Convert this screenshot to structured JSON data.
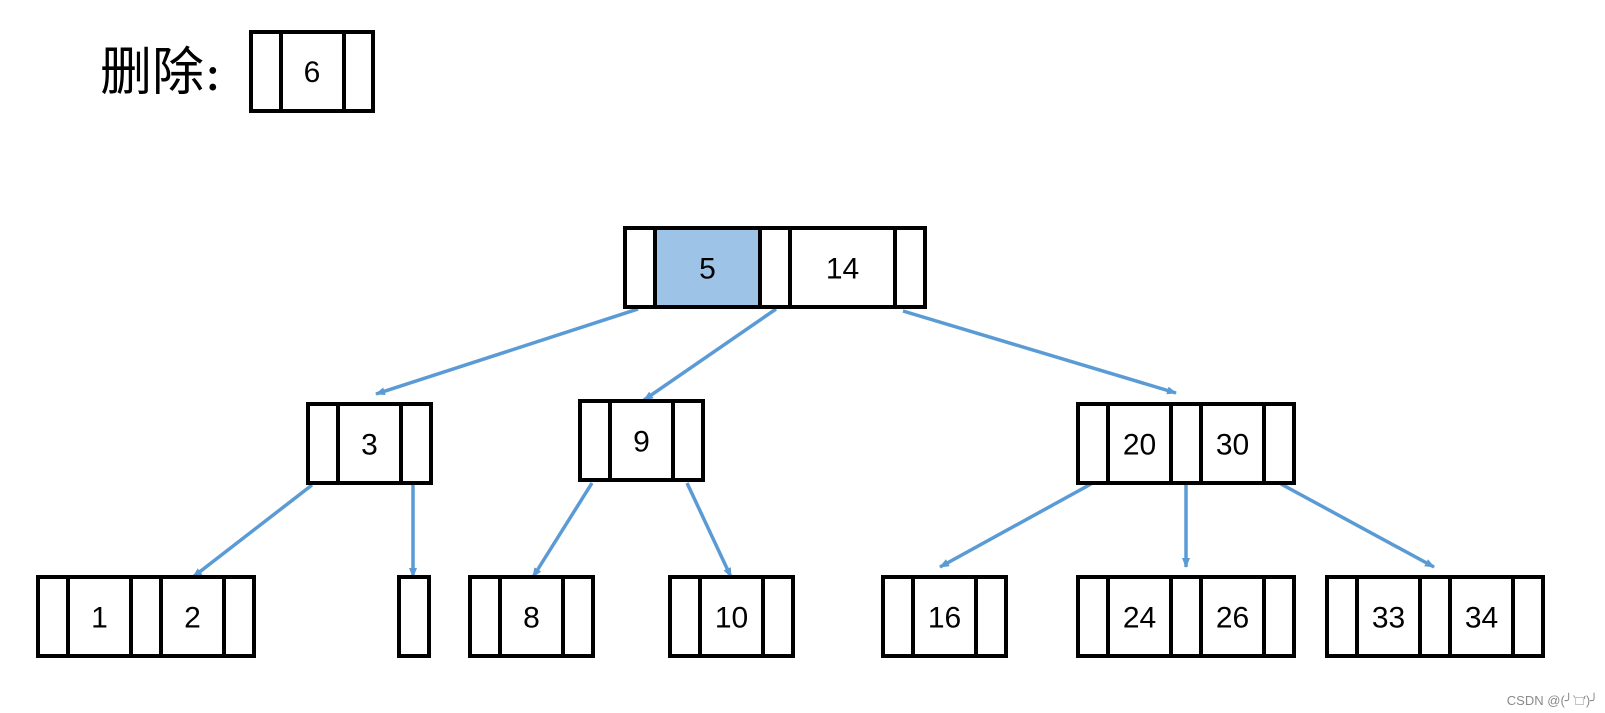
{
  "title": {
    "label": "删除:",
    "key": "6"
  },
  "colors": {
    "box_stroke": "#000000",
    "box_fill": "#ffffff",
    "highlight_fill": "#9dc3e6",
    "edge": "#5b9bd5",
    "watermark": "#8a8a8a"
  },
  "tree": {
    "root": {
      "keys": [
        {
          "value": "5",
          "highlighted": true
        },
        {
          "value": "14",
          "highlighted": false
        }
      ]
    },
    "level1": [
      {
        "id": "n3",
        "keys": [
          {
            "value": "3",
            "highlighted": false
          }
        ]
      },
      {
        "id": "n9",
        "keys": [
          {
            "value": "9",
            "highlighted": false
          }
        ]
      },
      {
        "id": "n2030",
        "keys": [
          {
            "value": "20",
            "highlighted": false
          },
          {
            "value": "30",
            "highlighted": false
          }
        ]
      }
    ],
    "leaves": [
      {
        "id": "l12",
        "keys": [
          {
            "value": "1",
            "highlighted": false
          },
          {
            "value": "2",
            "highlighted": false
          }
        ]
      },
      {
        "id": "lempty",
        "keys": []
      },
      {
        "id": "l8",
        "keys": [
          {
            "value": "8",
            "highlighted": false
          }
        ]
      },
      {
        "id": "l10",
        "keys": [
          {
            "value": "10",
            "highlighted": false
          }
        ]
      },
      {
        "id": "l16",
        "keys": [
          {
            "value": "16",
            "highlighted": false
          }
        ]
      },
      {
        "id": "l2426",
        "keys": [
          {
            "value": "24",
            "highlighted": false
          },
          {
            "value": "26",
            "highlighted": false
          }
        ]
      },
      {
        "id": "l3334",
        "keys": [
          {
            "value": "33",
            "highlighted": false
          },
          {
            "value": "34",
            "highlighted": false
          }
        ]
      }
    ]
  },
  "watermark": "CSDN @(╯‵□′)╯"
}
